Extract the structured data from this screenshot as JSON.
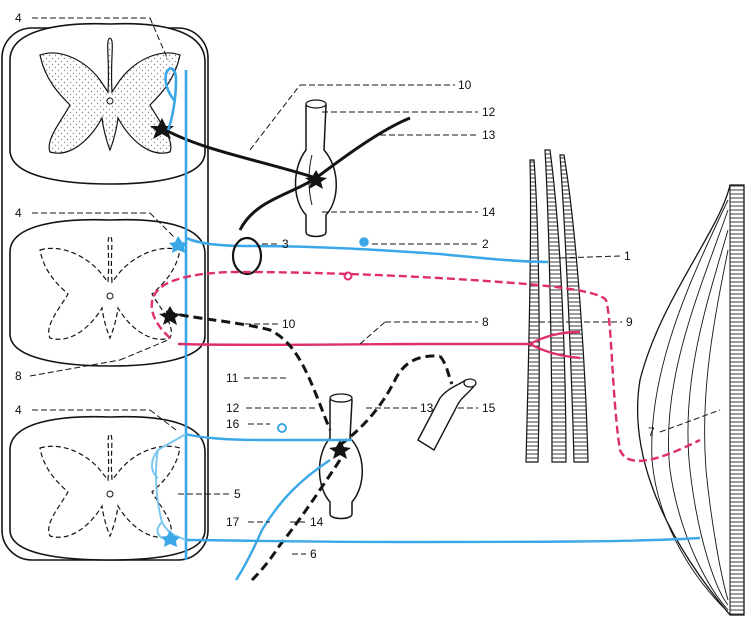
{
  "colors": {
    "ink": "#141414",
    "blue": "#3aa7e6",
    "light_blue": "#7cc8ef",
    "magenta": "#de2e6e",
    "stipple": "#9a9a9a"
  },
  "labels": {
    "l1": "1",
    "l2": "2",
    "l3": "3",
    "l4a": "4",
    "l4b": "4",
    "l4c": "4",
    "l5": "5",
    "l6": "6",
    "l7": "7",
    "l8a": "8",
    "l8b": "8",
    "l9": "9",
    "l10a": "10",
    "l10b": "10",
    "l11": "11",
    "l12a": "12",
    "l12b": "12",
    "l13a": "13",
    "l13b": "13",
    "l14a": "14",
    "l14b": "14",
    "l15": "15",
    "l16": "16",
    "l17": "17"
  }
}
